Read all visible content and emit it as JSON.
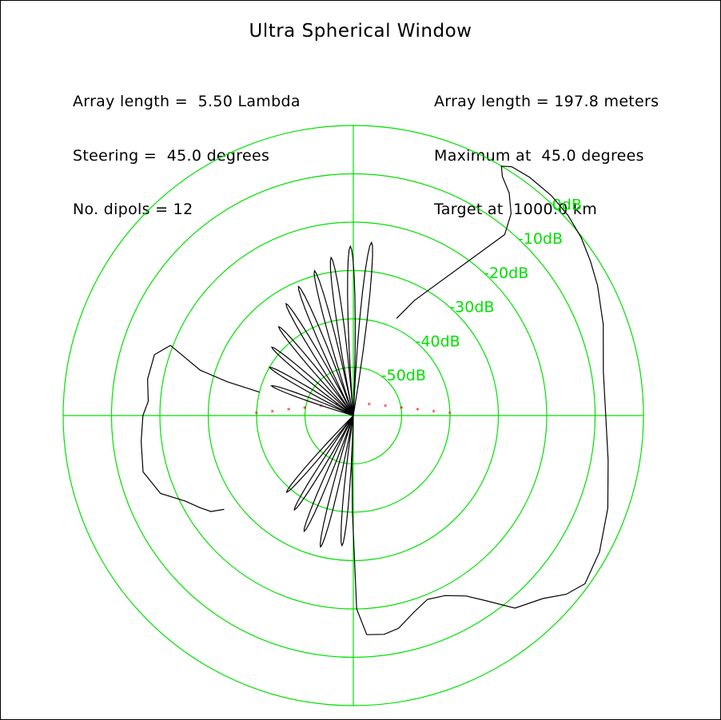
{
  "title": "Ultra Spherical Window",
  "info_left": [
    "Array length =  5.50 Lambda",
    "Steering =  45.0 degrees",
    "No. dipols = 12"
  ],
  "info_right": [
    "Array length = 197.8 meters",
    "Maximum at  45.0 degrees",
    "Target at  1000.0 km"
  ],
  "colors": {
    "grid": "#00e000",
    "pattern": "#000000",
    "dipoles": "#e00000"
  },
  "chart_data": {
    "type": "polar",
    "r_unit": "dB",
    "r_range": [
      -60,
      0
    ],
    "ring_labels": [
      "0dB",
      "-10dB",
      "-20dB",
      "-30dB",
      "-40dB",
      "-50dB"
    ],
    "ring_values": [
      0,
      -10,
      -20,
      -30,
      -40,
      -50
    ],
    "grid": true,
    "dipole_count": 12,
    "dipole_marker": "*",
    "pattern": {
      "angle_unit": "degrees from +x axis",
      "main_lobe_angle": 45.0,
      "main_lobe_shape": [
        [
          50.1,
          -11.2
        ],
        [
          52.0,
          -7.0
        ],
        [
          55.0,
          -3.8
        ],
        [
          58.1,
          -1.7
        ],
        [
          59.3,
          0.0
        ],
        [
          57.5,
          1.0
        ],
        [
          53.5,
          1.3
        ],
        [
          48.0,
          1.2
        ],
        [
          43.0,
          0.7
        ],
        [
          38.0,
          -0.2
        ],
        [
          33.0,
          -1.5
        ],
        [
          28.0,
          -2.8
        ],
        [
          20.0,
          -5.0
        ],
        [
          10.0,
          -7.5
        ],
        [
          0.0,
          -7.8
        ],
        [
          -10.0,
          -6.5
        ],
        [
          -20.0,
          -4.0
        ],
        [
          -29.0,
          -1.8
        ],
        [
          -36.0,
          -0.8
        ],
        [
          -40.0,
          -2.5
        ],
        [
          -44.0,
          -5.5
        ],
        [
          -50.0,
          -8.0
        ],
        [
          -54.5,
          -13.0
        ],
        [
          -58.0,
          -16.0
        ],
        [
          -63.0,
          -18.2
        ],
        [
          -68.0,
          -19.0
        ],
        [
          -73.0,
          -17.4
        ],
        [
          -78.0,
          -15.0
        ],
        [
          -82.0,
          -14.3
        ],
        [
          -86.5,
          -14.6
        ],
        [
          -89.0,
          -20.0
        ],
        [
          -90.5,
          -40.0
        ],
        [
          -91.5,
          -50.0
        ],
        [
          -92.5,
          -60.0
        ]
      ],
      "back_lobe_shape": [
        [
          180.0,
          -16.5
        ],
        [
          176.0,
          -17.5
        ],
        [
          170.0,
          -16.8
        ],
        [
          163.0,
          -17.0
        ],
        [
          159.0,
          -19.5
        ],
        [
          163.5,
          -27.0
        ],
        [
          165.0,
          -33.0
        ],
        [
          166.0,
          -40.0
        ]
      ],
      "back_lower_lobe_shape": [
        [
          180.0,
          -16.5
        ],
        [
          187.0,
          -15.8
        ],
        [
          195.0,
          -15.0
        ],
        [
          202.0,
          -17.0
        ],
        [
          207.0,
          -21.0
        ],
        [
          211.0,
          -23.0
        ],
        [
          214.0,
          -24.5
        ],
        [
          216.0,
          -27.0
        ]
      ],
      "upper_sidelobes_peak_db": [
        -42,
        -40,
        -38,
        -36,
        -33,
        -31,
        -29,
        -27,
        -25,
        -24
      ],
      "upper_sidelobes_angle": [
        160,
        150,
        140,
        130,
        121,
        113,
        105,
        98,
        91,
        84
      ],
      "lower_sidelobes_peak_db": [
        -39,
        -37,
        -34,
        -32,
        -33
      ],
      "lower_sidelobes_angle": [
        229,
        238,
        247,
        256,
        265
      ]
    }
  }
}
